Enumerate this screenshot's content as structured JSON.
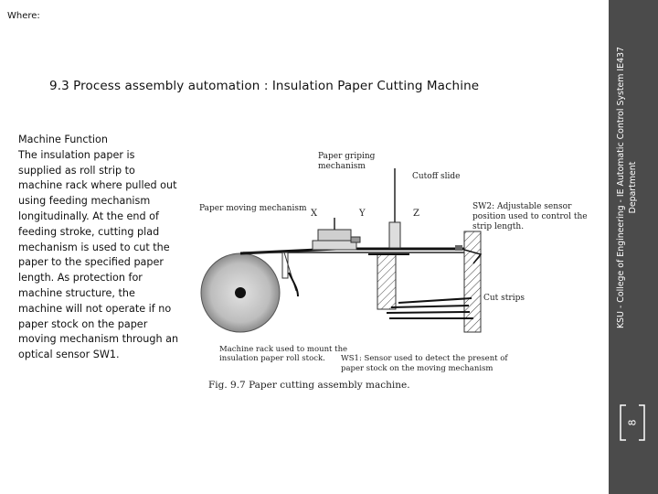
{
  "header": {
    "where_label": "Where:"
  },
  "slide": {
    "title": "9.3  Process assembly automation : Insulation Paper Cutting Machine",
    "body_heading": "Machine Function",
    "body_text": "The insulation paper is supplied as roll strip to machine rack where pulled out using feeding mechanism longitudinally. At the end of feeding stroke, cutting plad mechanism is used to cut the paper to the specified paper length. As protection for machine structure, the machine will not operate if no paper stock on the paper moving mechanism through an optical sensor SW1."
  },
  "figure": {
    "labels": {
      "gripping_line1": "Paper griping",
      "gripping_line2": "mechanism",
      "cutoff_slide": "Cutoff slide",
      "moving_mechanism": "Paper moving mechanism",
      "axis_x": "X",
      "axis_y": "Y",
      "axis_z": "Z",
      "sw2_line1": "SW2: Adjustable sensor",
      "sw2_line2": "position used to control the",
      "sw2_line3": "strip length.",
      "cut_strips": "Cut strips",
      "rack_line1": "Machine rack used to mount the",
      "rack_line2": "insulation paper roll stock.",
      "ws1_line1": "WS1: Sensor used to detect the present of",
      "ws1_line2": "paper stock on the moving mechanism"
    },
    "caption": "Fig. 9.7 Paper cutting assembly machine."
  },
  "sidebar": {
    "line1": "KSU - College of Engineering - IE      Automatic Control System IE437",
    "line2": "Department",
    "page_number": "8"
  }
}
